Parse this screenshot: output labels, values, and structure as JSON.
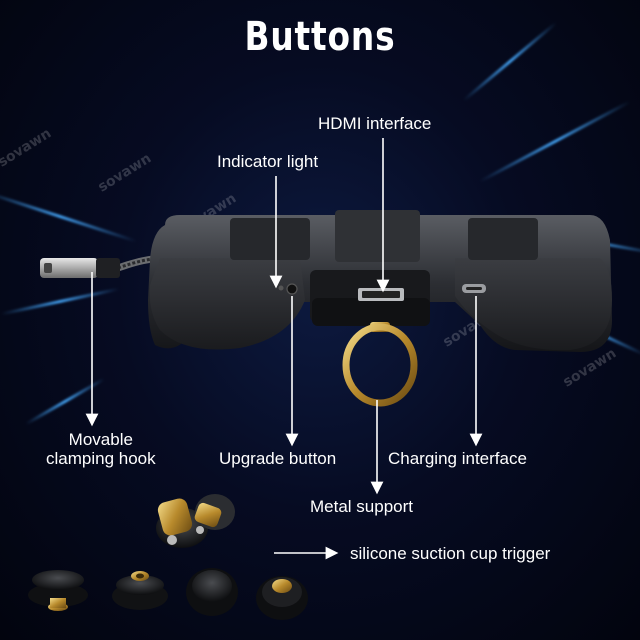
{
  "title": "Buttons",
  "watermark": "sovawn",
  "labels": {
    "hdmi": "HDMI interface",
    "indicator": "Indicator light",
    "movable_line1": "Movable",
    "movable_line2": "clamping hook",
    "upgrade": "Upgrade button",
    "charging": "Charging interface",
    "metal": "Metal support",
    "suction": "silicone suction cup trigger"
  }
}
